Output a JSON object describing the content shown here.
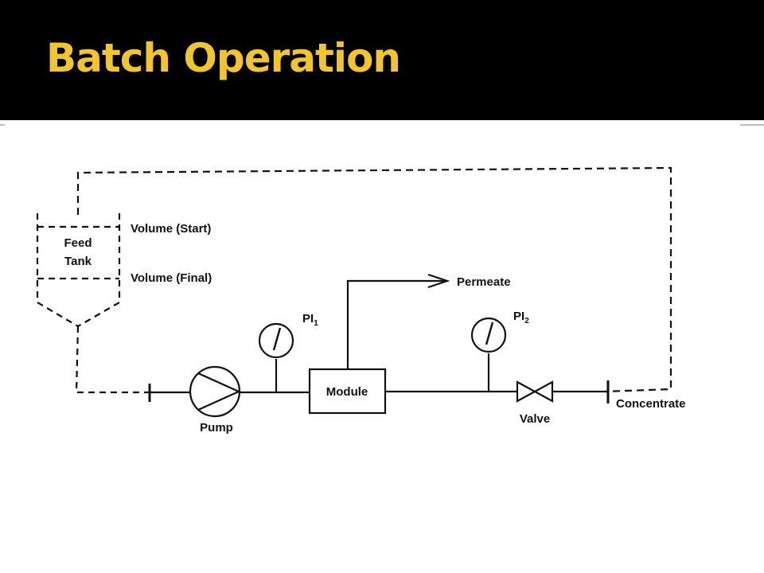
{
  "slide": {
    "title": "Batch Operation",
    "title_color": "#f2c62a",
    "header_background": "#000000"
  },
  "diagram": {
    "labels": {
      "feed_tank_line1": "Feed",
      "feed_tank_line2": "Tank",
      "volume_start": "Volume (Start)",
      "volume_final": "Volume (Final)",
      "permeate": "Permeate",
      "pi1": "PI",
      "pi1_sub": "1",
      "pi2": "PI",
      "pi2_sub": "2",
      "module": "Module",
      "pump": "Pump",
      "valve": "Valve",
      "concentrate": "Concentrate"
    },
    "icons": [
      "pressure-gauge-icon",
      "pump-icon",
      "valve-icon",
      "arrow-icon"
    ]
  }
}
